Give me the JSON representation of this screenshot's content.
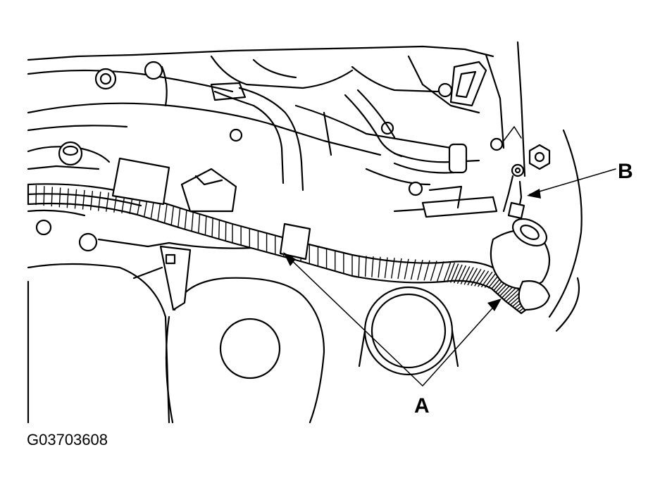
{
  "figure": {
    "callout_a": "A",
    "callout_b": "B",
    "figure_id": "G03703608"
  }
}
